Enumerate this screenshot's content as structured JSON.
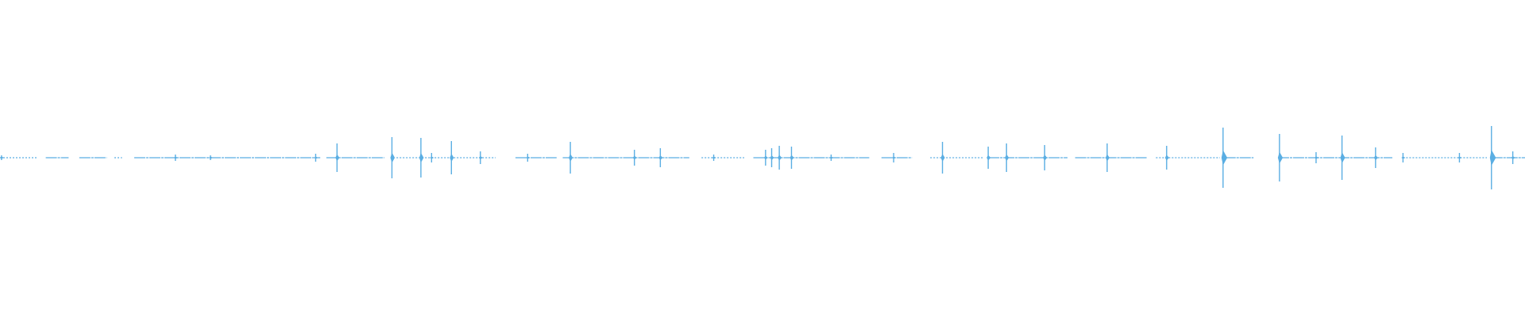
{
  "waveform": {
    "color": "#5aaee3",
    "background": "#ffffff",
    "duration": 1,
    "segments": [
      [
        0.0,
        0.025
      ],
      [
        0.03,
        0.045
      ],
      [
        0.052,
        0.07
      ],
      [
        0.075,
        0.08
      ],
      [
        0.088,
        0.21
      ],
      [
        0.214,
        0.252
      ],
      [
        0.26,
        0.325
      ],
      [
        0.338,
        0.365
      ],
      [
        0.369,
        0.452
      ],
      [
        0.46,
        0.488
      ],
      [
        0.494,
        0.57
      ],
      [
        0.578,
        0.598
      ],
      [
        0.61,
        0.645
      ],
      [
        0.648,
        0.7
      ],
      [
        0.705,
        0.752
      ],
      [
        0.758,
        0.8
      ],
      [
        0.803,
        0.822
      ],
      [
        0.838,
        0.913
      ],
      [
        0.92,
        0.975
      ],
      [
        0.978,
        1.0
      ]
    ],
    "peaks": [
      {
        "t": 0.001,
        "amp": 0.03
      },
      {
        "t": 0.115,
        "amp": 0.04
      },
      {
        "t": 0.138,
        "amp": 0.03
      },
      {
        "t": 0.207,
        "amp": 0.05
      },
      {
        "t": 0.221,
        "amp": 0.18
      },
      {
        "t": 0.257,
        "amp": 0.26
      },
      {
        "t": 0.276,
        "amp": 0.25
      },
      {
        "t": 0.283,
        "amp": 0.06
      },
      {
        "t": 0.296,
        "amp": 0.21
      },
      {
        "t": 0.315,
        "amp": 0.08
      },
      {
        "t": 0.346,
        "amp": 0.05
      },
      {
        "t": 0.374,
        "amp": 0.2
      },
      {
        "t": 0.416,
        "amp": 0.1
      },
      {
        "t": 0.433,
        "amp": 0.12
      },
      {
        "t": 0.468,
        "amp": 0.04
      },
      {
        "t": 0.502,
        "amp": 0.1
      },
      {
        "t": 0.506,
        "amp": 0.12
      },
      {
        "t": 0.511,
        "amp": 0.15
      },
      {
        "t": 0.519,
        "amp": 0.14
      },
      {
        "t": 0.545,
        "amp": 0.04
      },
      {
        "t": 0.586,
        "amp": 0.06
      },
      {
        "t": 0.618,
        "amp": 0.2
      },
      {
        "t": 0.648,
        "amp": 0.14
      },
      {
        "t": 0.66,
        "amp": 0.18
      },
      {
        "t": 0.685,
        "amp": 0.16
      },
      {
        "t": 0.726,
        "amp": 0.18
      },
      {
        "t": 0.765,
        "amp": 0.15
      },
      {
        "t": 0.802,
        "amp": 0.38
      },
      {
        "t": 0.839,
        "amp": 0.3
      },
      {
        "t": 0.863,
        "amp": 0.07
      },
      {
        "t": 0.88,
        "amp": 0.28
      },
      {
        "t": 0.902,
        "amp": 0.13
      },
      {
        "t": 0.92,
        "amp": 0.06
      },
      {
        "t": 0.957,
        "amp": 0.06
      },
      {
        "t": 0.978,
        "amp": 0.4
      },
      {
        "t": 0.992,
        "amp": 0.08
      }
    ]
  }
}
